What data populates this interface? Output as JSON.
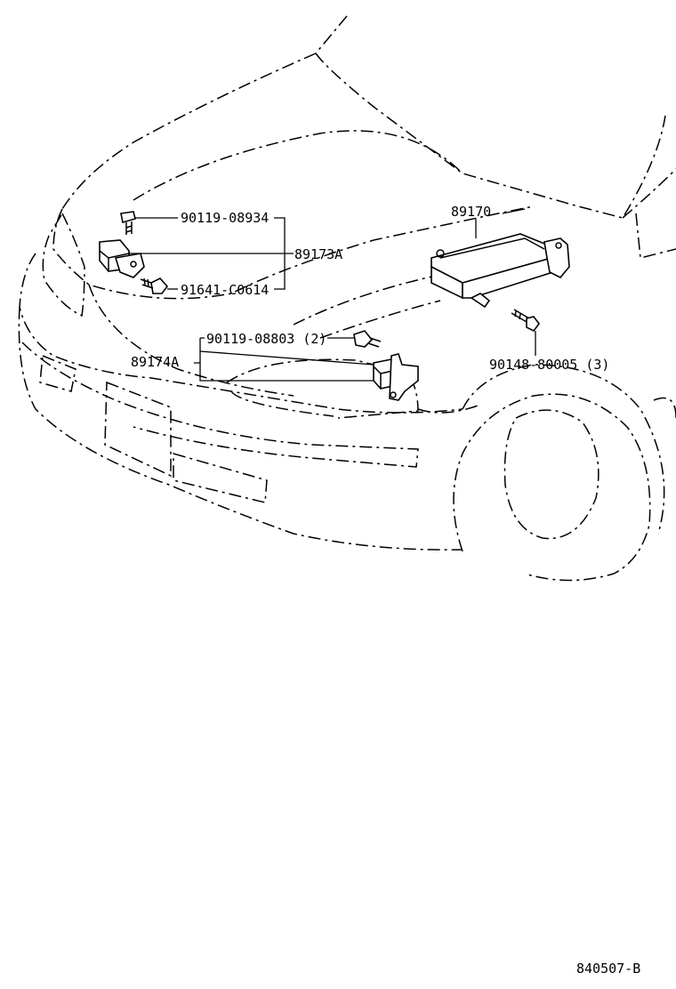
{
  "labels": {
    "p_90119_08934": "90119-08934",
    "p_89173A": "89173A",
    "p_91641_C0614": "91641-C0614",
    "p_89170": "89170",
    "p_90119_08803": "90119-08803 (2)",
    "p_89174A": "89174A",
    "p_90148_80005": "90148-80005 (3)",
    "diagram_code": "840507-B"
  }
}
